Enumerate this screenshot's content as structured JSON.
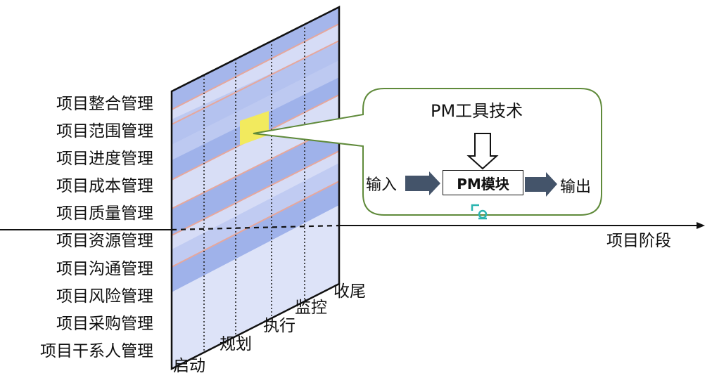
{
  "knowledge_areas": [
    "项目整合管理",
    "项目范围管理",
    "项目进度管理",
    "项目成本管理",
    "项目质量管理",
    "项目资源管理",
    "项目沟通管理",
    "项目风险管理",
    "项目采购管理",
    "项目干系人管理"
  ],
  "phases": [
    "启动",
    "规划",
    "执行",
    "监控",
    "收尾"
  ],
  "axis_label": "项目阶段",
  "callout": {
    "title": "PM工具技术",
    "input": "输入",
    "module": "PM模块",
    "output": "输出"
  },
  "colors": {
    "band_dark": "#9fb2ea",
    "band_light": "#d4dbf6",
    "stripe": "#e6a79c",
    "highlight": "#f2ea5e",
    "callout_border": "#5f8a3a",
    "arrow_fill": "#44546a",
    "icon": "#2bb5b0"
  }
}
